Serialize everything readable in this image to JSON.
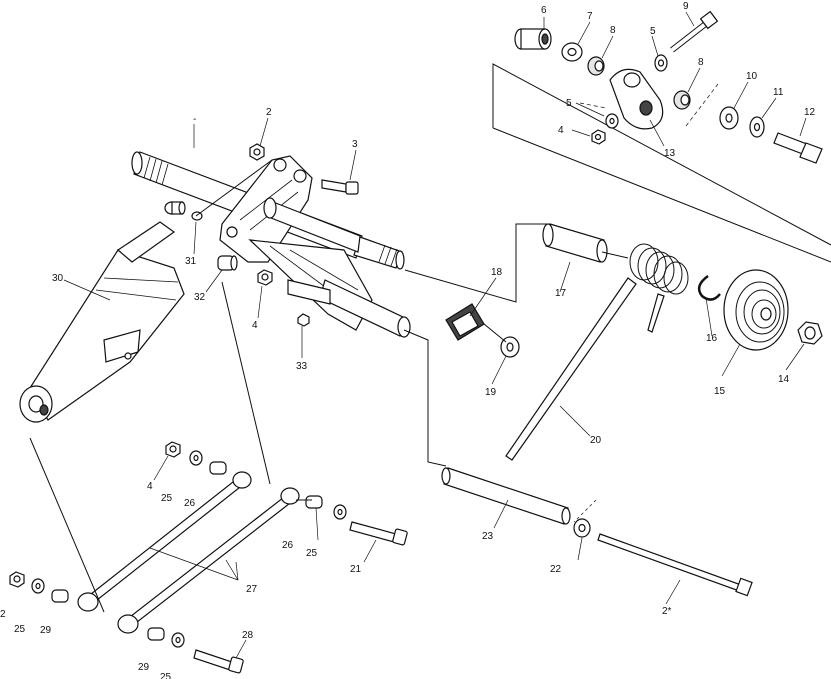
{
  "callouts": [
    {
      "id": "c6",
      "label": "6"
    },
    {
      "id": "c7",
      "label": "7"
    },
    {
      "id": "c8a",
      "label": "8"
    },
    {
      "id": "c9",
      "label": "9"
    },
    {
      "id": "c5a",
      "label": "5"
    },
    {
      "id": "c8b",
      "label": "8"
    },
    {
      "id": "c10",
      "label": "10"
    },
    {
      "id": "c11",
      "label": "11"
    },
    {
      "id": "c5b",
      "label": "5"
    },
    {
      "id": "c4a",
      "label": "4"
    },
    {
      "id": "c13",
      "label": "13"
    },
    {
      "id": "c12",
      "label": "12"
    },
    {
      "id": "c2a",
      "label": "2"
    },
    {
      "id": "c3",
      "label": "3"
    },
    {
      "id": "c31",
      "label": "31"
    },
    {
      "id": "c30",
      "label": "30"
    },
    {
      "id": "c32",
      "label": "32"
    },
    {
      "id": "c4b",
      "label": "4"
    },
    {
      "id": "c33",
      "label": "33"
    },
    {
      "id": "c18",
      "label": "18"
    },
    {
      "id": "c17",
      "label": "17"
    },
    {
      "id": "c19",
      "label": "19"
    },
    {
      "id": "c16",
      "label": "16"
    },
    {
      "id": "c15",
      "label": "15"
    },
    {
      "id": "c14",
      "label": "14"
    },
    {
      "id": "c20",
      "label": "20"
    },
    {
      "id": "c4c",
      "label": "4"
    },
    {
      "id": "c25a",
      "label": "25"
    },
    {
      "id": "c26a",
      "label": "26"
    },
    {
      "id": "c23",
      "label": "23"
    },
    {
      "id": "c26b",
      "label": "26"
    },
    {
      "id": "c25b",
      "label": "25"
    },
    {
      "id": "c21",
      "label": "21"
    },
    {
      "id": "c22",
      "label": "22"
    },
    {
      "id": "c27",
      "label": "27"
    },
    {
      "id": "c2b",
      "label": "2"
    },
    {
      "id": "c25c",
      "label": "25"
    },
    {
      "id": "c29a",
      "label": "29"
    },
    {
      "id": "c29b",
      "label": "29"
    },
    {
      "id": "c25d",
      "label": "25"
    },
    {
      "id": "c28",
      "label": "28"
    },
    {
      "id": "c24",
      "label": "2*"
    },
    {
      "id": "c1",
      "label": "-"
    }
  ]
}
